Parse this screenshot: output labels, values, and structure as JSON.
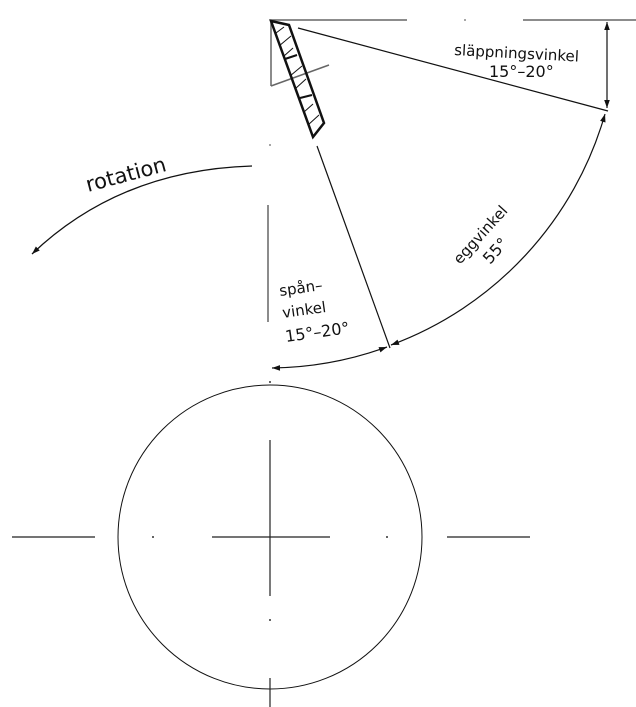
{
  "labels": {
    "rotation": "rotation",
    "clearance_name": "släppningsvinkel",
    "clearance_value": "15°–20°",
    "wedge_name": "eggvinkel",
    "wedge_value": "55°",
    "rake_name_1": "spån–",
    "rake_name_2": "vinkel",
    "rake_value": "15°–20°"
  },
  "colors": {
    "line": "#111111",
    "aux": "#666666"
  }
}
